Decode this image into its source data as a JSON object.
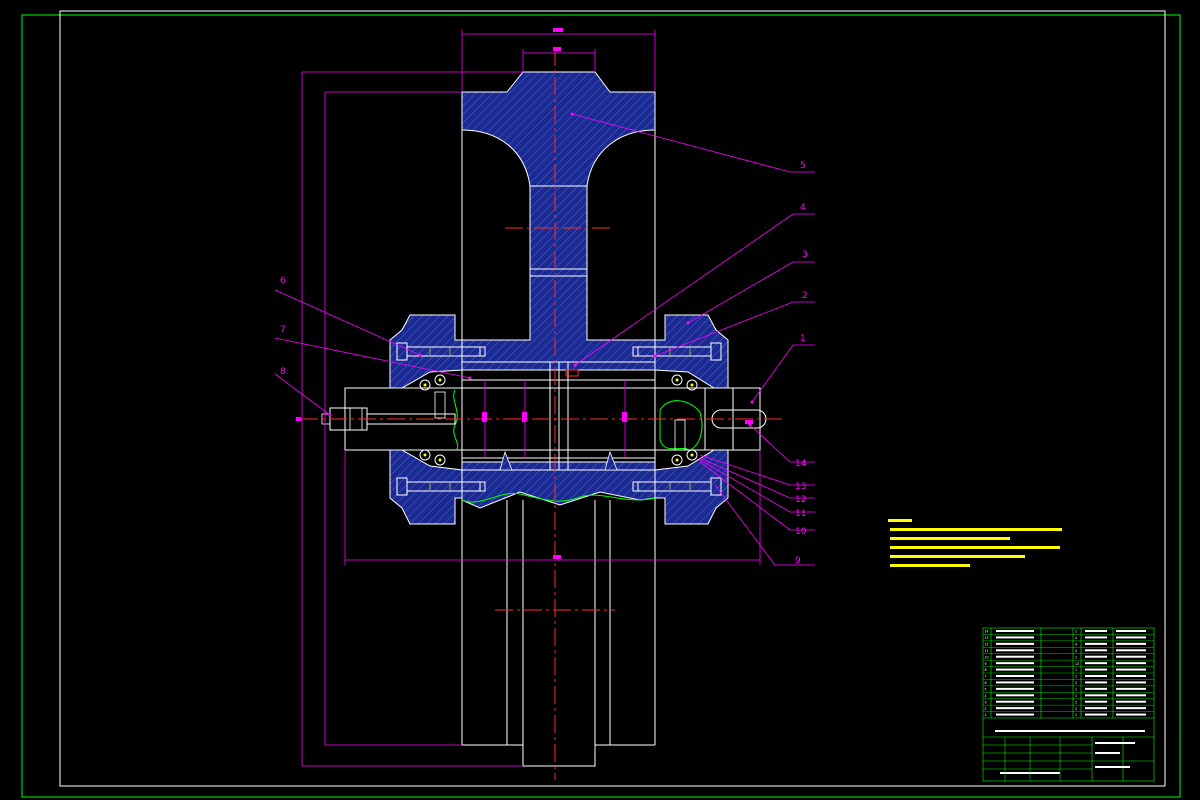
{
  "colors": {
    "background": "#000000",
    "frame": "#00ff00",
    "outline": "#ffffff",
    "dimension": "#ff00ff",
    "centerline": "#ff2a2a",
    "section_fill": "#1a2a90",
    "hatch": "#4f63d6",
    "breakline": "#00ff00",
    "notes": "#ffff00",
    "table_lines": "#00ff00",
    "table_text": "#ffffff"
  },
  "balloons": [
    {
      "id": "b1",
      "text": "1"
    },
    {
      "id": "b2",
      "text": "2"
    },
    {
      "id": "b3",
      "text": "3"
    },
    {
      "id": "b4",
      "text": "4"
    },
    {
      "id": "b5",
      "text": "5"
    },
    {
      "id": "b6",
      "text": "6"
    },
    {
      "id": "b7",
      "text": "7"
    },
    {
      "id": "b8",
      "text": "8"
    },
    {
      "id": "b9",
      "text": "9"
    },
    {
      "id": "b10",
      "text": "10"
    },
    {
      "id": "b11",
      "text": "11"
    },
    {
      "id": "b12",
      "text": "12"
    },
    {
      "id": "b13",
      "text": "13"
    },
    {
      "id": "b14",
      "text": "14"
    }
  ],
  "parts_list": {
    "rows": [
      {
        "no": "14",
        "qty": "1"
      },
      {
        "no": "13",
        "qty": "4"
      },
      {
        "no": "12",
        "qty": "4"
      },
      {
        "no": "11",
        "qty": "4"
      },
      {
        "no": "10",
        "qty": "1"
      },
      {
        "no": "9",
        "qty": "12"
      },
      {
        "no": "8",
        "qty": "1"
      },
      {
        "no": "7",
        "qty": "1"
      },
      {
        "no": "6",
        "qty": "2"
      },
      {
        "no": "5",
        "qty": "1"
      },
      {
        "no": "4",
        "qty": "1"
      },
      {
        "no": "3",
        "qty": "2"
      },
      {
        "no": "2",
        "qty": "2"
      },
      {
        "no": "1",
        "qty": "1"
      }
    ]
  }
}
